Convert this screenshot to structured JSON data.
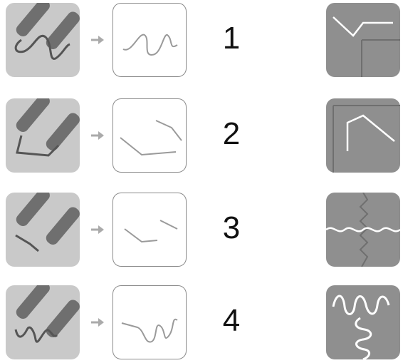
{
  "rows": [
    {
      "number": "1",
      "pattern": "zigzag-corner-pattern"
    },
    {
      "number": "2",
      "pattern": "bent-corner-pattern"
    },
    {
      "number": "3",
      "pattern": "wave-cross-pattern"
    },
    {
      "number": "4",
      "pattern": "serpentine-pattern"
    }
  ],
  "colors": {
    "photo_bg": "#c9c9c9",
    "pattern_bg": "#8f8f8f",
    "line": "#9a9a9a",
    "number": "#111111"
  }
}
